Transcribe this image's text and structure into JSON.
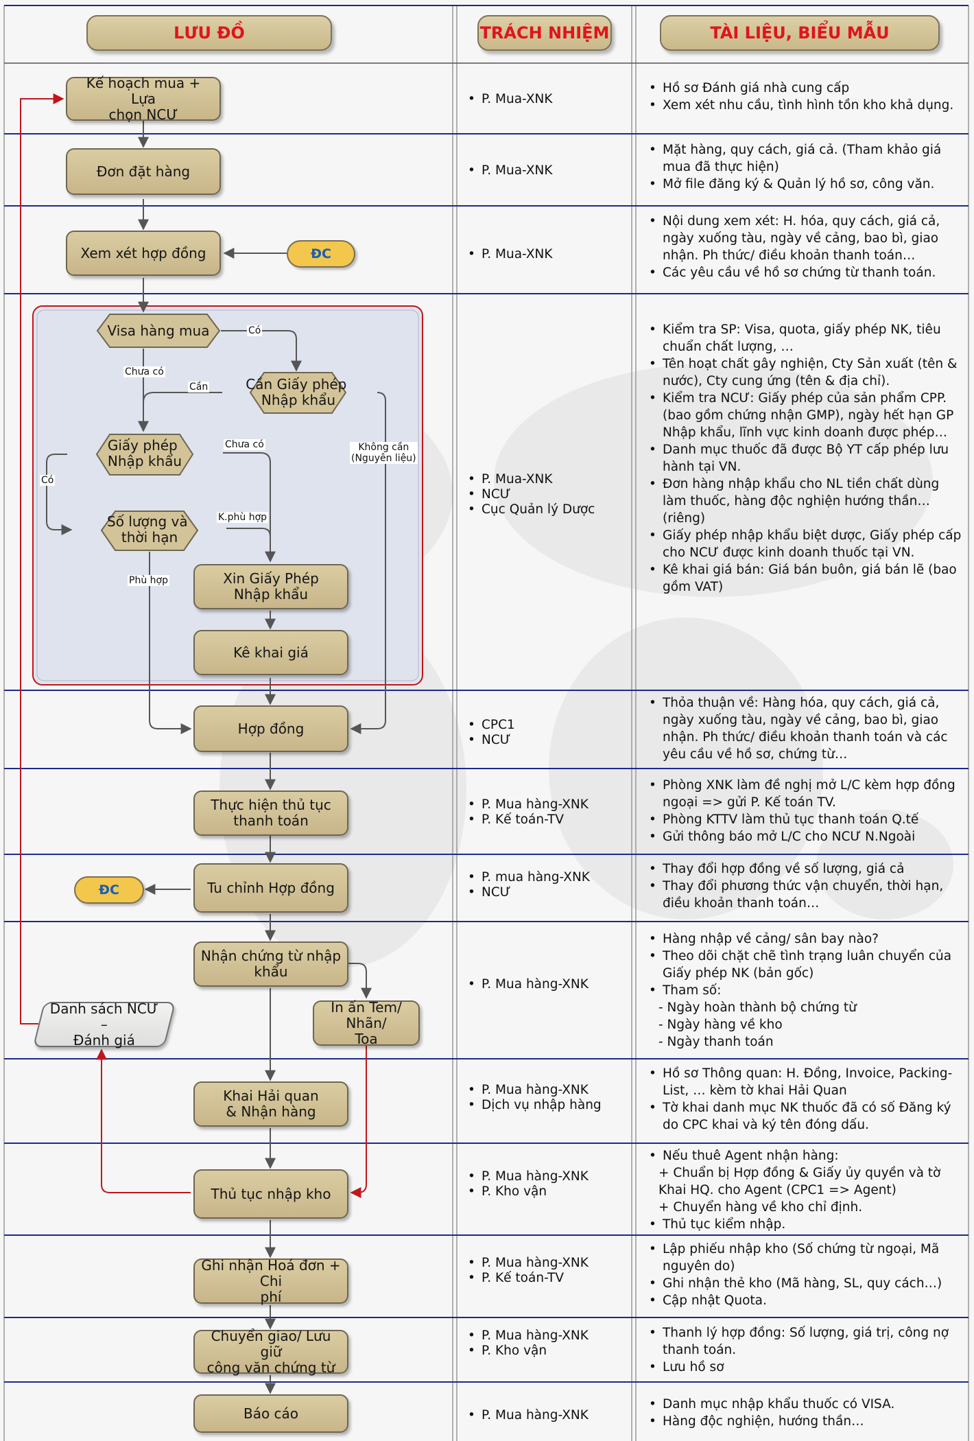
{
  "headers": {
    "flow": "LƯU ĐỒ",
    "responsibility": "TRÁCH NHIỆM",
    "documents": "TÀI LIỆU, BIỂU MẪU"
  },
  "flowchart": {
    "nodes": {
      "plan": "Kế hoạch mua + Lựa\nchọn NCƯ",
      "order": "Đơn đặt hàng",
      "review": "Xem xét hợp đồng",
      "dc_top": "ĐC",
      "visa": "Visa hàng mua",
      "need_license": "Cần Giấy phép\nNhập khẩu",
      "license": "Giấy phép\nNhập khẩu",
      "quantity": "Số lượng và\nthời hạn",
      "apply_license": "Xin Giấy Phép\nNhập khẩu",
      "price_declare": "Kê khai giá",
      "contract": "Hợp đồng",
      "payment": "Thực hiện thủ tục\nthanh toán",
      "amend": "Tu chỉnh Hợp đồng",
      "dc_bottom": "ĐC",
      "receive_docs": "Nhận chứng từ nhập\nkhẩu",
      "print_labels": "In ấn Tem/ Nhãn/\nToa",
      "supplier_list": "Danh sách NCƯ –\nĐánh giá",
      "customs": "Khai Hải quan\n& Nhận hàng",
      "warehouse": "Thủ tục nhập kho",
      "record_invoice": "Ghi nhận Hoá đơn + Chi\nphí",
      "transfer": "Chuyển giao/ Lưu giữ\ncông văn chứng từ",
      "report": "Báo cáo"
    },
    "edge_labels": {
      "co_1": "Có",
      "chua_co_1": "Chưa có",
      "can": "Cần",
      "chua_co_2": "Chưa có",
      "khong_can": "Không cần\n(Nguyên liệu)",
      "co_2": "Có",
      "k_phu_hop": "K.phù hợp",
      "phu_hop": "Phù hợp"
    }
  },
  "responsibilities": [
    [
      "P. Mua-XNK"
    ],
    [
      "P. Mua-XNK"
    ],
    [
      "P. Mua-XNK"
    ],
    [
      "P. Mua-XNK",
      "NCƯ",
      "Cục Quản lý Dược"
    ],
    [
      "CPC1",
      "NCƯ"
    ],
    [
      "P. Mua hàng-XNK",
      "P. Kế toán-TV"
    ],
    [
      "P. mua hàng-XNK",
      "NCƯ"
    ],
    [
      "P. Mua hàng-XNK"
    ],
    [
      "P. Mua hàng-XNK",
      "Dịch vụ nhập hàng"
    ],
    [
      "P. Mua hàng-XNK",
      "P. Kho vận"
    ],
    [
      "P. Mua hàng-XNK",
      "P. Kế toán-TV"
    ],
    [
      "P. Mua hàng-XNK",
      "P. Kho vận"
    ],
    [
      "P. Mua hàng-XNK"
    ]
  ],
  "documents": [
    [
      "Hồ sơ Đánh giá nhà cung cấp",
      "Xem xét nhu cầu, tình hình tồn kho khả dụng."
    ],
    [
      "Mặt hàng, quy cách, giá cả. (Tham khảo giá mua đã thực hiện)",
      "Mở file đăng ký & Quản lý hồ sơ, công văn."
    ],
    [
      "Nội dung xem xét: H. hóa, quy cách, giá cả, ngày xuống tàu, ngày về cảng, bao bì, giao nhận. Ph thức/ điều khoản thanh toán…",
      "Các yêu cầu về hồ sơ chứng từ thanh toán."
    ],
    [
      "Kiểm tra SP: Visa, quota, giấy phép NK, tiêu chuẩn chất lượng, …",
      "Tên hoạt chất gây nghiện, Cty Sản xuất (tên & nước), Cty cung ứng (tên & địa chỉ).",
      "Kiểm tra NCƯ: Giấy phép của sản phẩm CPP. (bao gồm chứng nhận GMP), ngày hết hạn GP Nhập khẩu, lĩnh vực kinh doanh được phép…",
      "Danh mục thuốc đã được Bộ YT cấp phép lưu hành tại VN.",
      "Đơn hàng nhập khẩu cho NL tiền chất dùng làm thuốc, hàng độc nghiện hướng thần… (riêng)",
      "Giấy phép nhập khẩu biệt dược, Giấy phép cấp cho NCƯ được kinh doanh thuốc tại VN.",
      "Kê khai giá bán: Giá bán buôn, giá bán lẽ (bao gồm VAT)"
    ],
    [
      "Thỏa thuận về: Hàng hóa, quy cách, giá cả, ngày xuống tàu, ngày về cảng, bao bì, giao nhận. Ph thức/ điều khoản thanh toán và các yêu cầu về hồ sơ, chứng từ…"
    ],
    [
      "Phòng XNK làm đề nghị mở L/C kèm hợp đồng ngoại => gửi P. Kế toán TV.",
      "Phòng KTTV làm thủ tục thanh toán Q.tế",
      "Gửi thông báo mở L/C cho NCƯ N.Ngoài"
    ],
    [
      "Thay đổi hợp đồng về số lượng, giá cả",
      "Thay đổi phương thức vận chuyển, thời hạn, điều khoản thanh toán…"
    ],
    [
      "Hàng nhập về cảng/ sân bay nào?",
      "Theo dõi chặt chẽ tình trạng luân chuyển của Giấy phép NK (bản gốc)",
      "Tham số:",
      "- Ngày hoàn thành bộ chứng từ",
      "- Ngày hàng về kho",
      "- Ngày thanh toán"
    ],
    [
      "Hồ sơ Thông quan: H. Đồng, Invoice, Packing-List, … kèm tờ khai Hải Quan",
      "Tờ khai danh mục NK thuốc đã có số Đăng ký do CPC khai và ký tên đóng dấu."
    ],
    [
      "Nếu thuê Agent nhận hàng:",
      "+ Chuẩn bị Hợp đồng & Giấy ủy quyền và tờ Khai HQ. cho Agent (CPC1 => Agent)",
      "+ Chuyển hàng về kho chỉ định.",
      "Thủ tục kiểm nhập."
    ],
    [
      "Lập phiếu nhập kho (Số chứng từ ngoại, Mã nguyên do)",
      "Ghi nhận thẻ kho (Mã hàng, SL, quy cách…)",
      "Cập nhật Quota."
    ],
    [
      "Thanh lý hợp đồng: Số lượng, giá trị, công nợ thanh toán.",
      "Lưu hồ sơ"
    ],
    [
      "Danh mục nhập khẩu thuốc có VISA.",
      "Hàng độc nghiện, hướng thần…"
    ]
  ],
  "colors": {
    "header_text": "#e0141c",
    "node_fill": "#d3c398",
    "dc_fill": "#f3c64c",
    "dc_text": "#1a5fb4",
    "row_border": "#1c2a8c",
    "feedback_line": "#c0161c",
    "group_fill": "#dfe3ee"
  }
}
